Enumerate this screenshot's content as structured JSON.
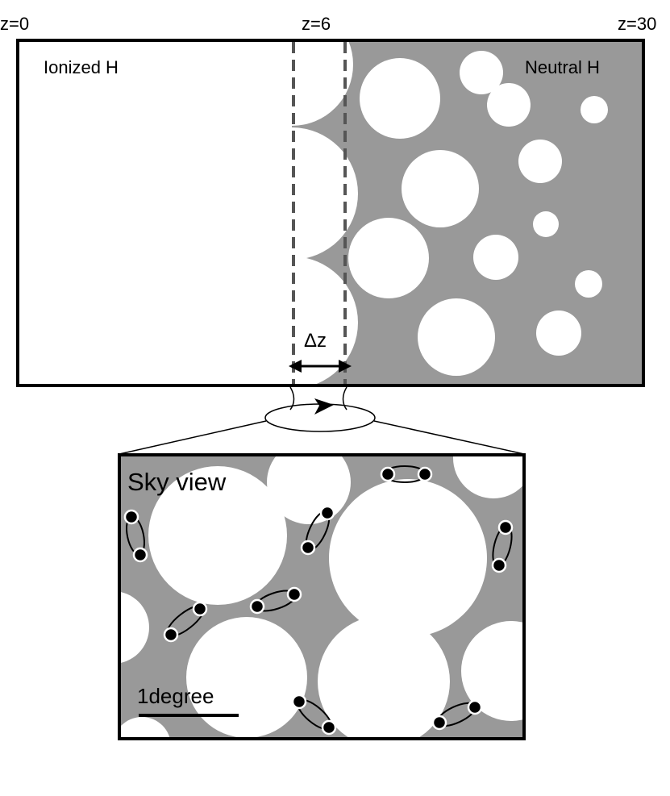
{
  "redshift_axis": {
    "left_label": "z=0",
    "middle_label": "z=6",
    "right_label": "z=30"
  },
  "timeline_panel": {
    "ionized_label": "Ionized H",
    "neutral_label": "Neutral H",
    "delta_label": "Δz"
  },
  "sky_panel": {
    "title": "Sky view",
    "scale_label": "1degree"
  },
  "colors": {
    "neutral_gas": "#999999",
    "ionized_gas": "#ffffff",
    "outline": "#000000",
    "dashed_marker": "#555555"
  }
}
